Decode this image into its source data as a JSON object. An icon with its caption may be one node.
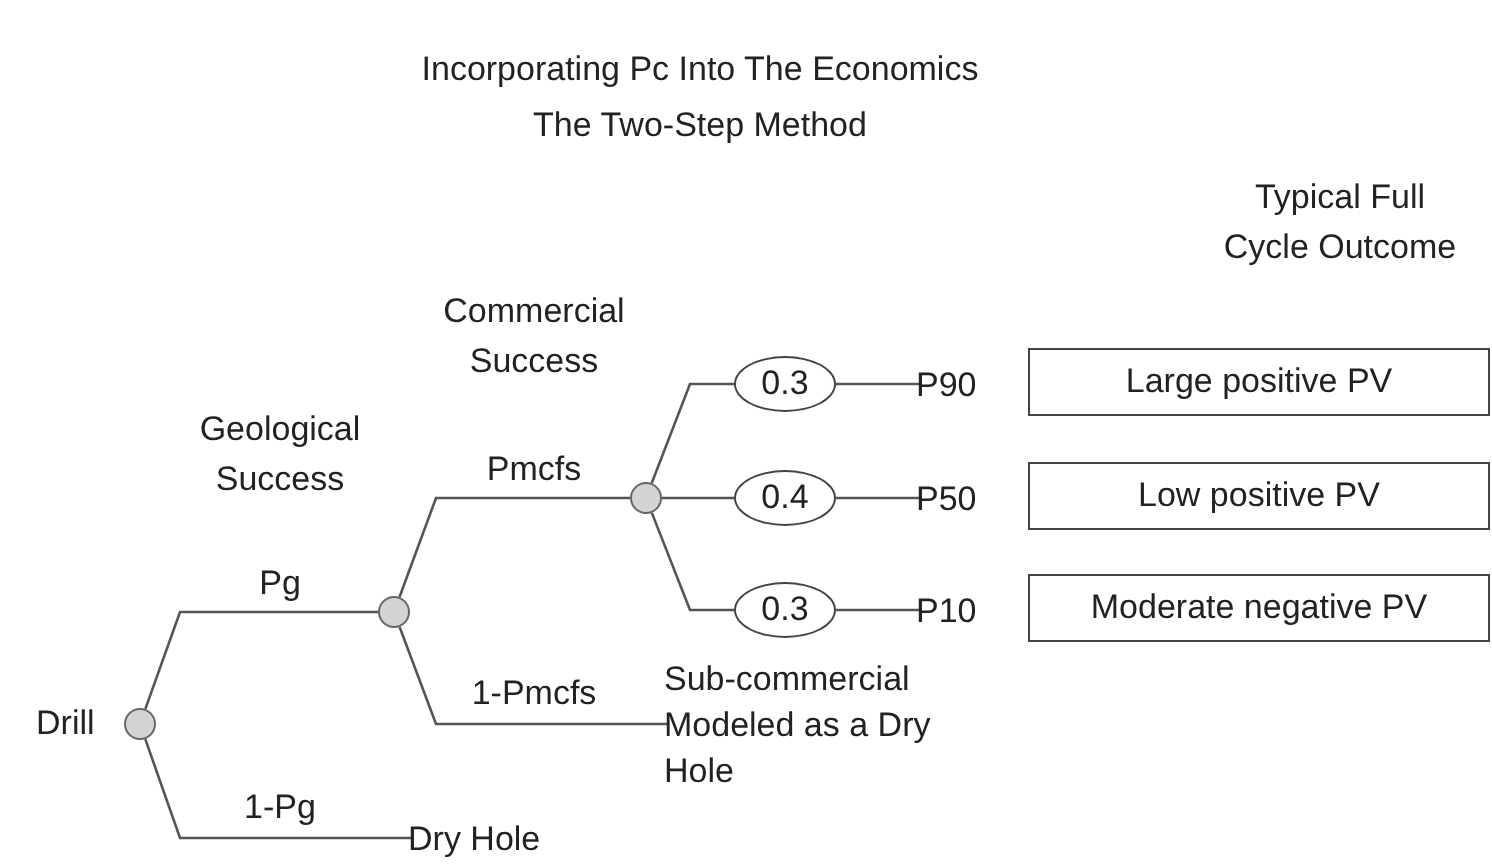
{
  "diagram": {
    "title": "Incorporating Pc Into The Economics",
    "nodes": [
      {
        "text": [],
        "shape": "circle",
        "beside": [
          "Drill"
        ]
      },
      {
        "text": [],
        "shape": "circle"
      },
      {
        "text": [
          "Dry Hole"
        ]
      },
      {
        "text": [],
        "shape": "circle"
      },
      {
        "text": [
          "Sub-commercial Modeled as a Dry Hole"
        ]
      },
      {
        "text": [
          "0.3"
        ]
      },
      {
        "text": [
          "0.4"
        ]
      },
      {
        "text": [
          "0.3"
        ]
      },
      {
        "text": [
          "P90"
        ]
      },
      {
        "text": [
          "P50"
        ]
      },
      {
        "text": [
          "P10"
        ]
      },
      {
        "text": [
          "Large positive PV"
        ]
      },
      {
        "text": [
          "Low positive PV"
        ]
      },
      {
        "text": [
          "Moderate negative PV"
        ]
      }
    ],
    "edges": [
      {
        "from": 0,
        "to": 1,
        "arrow": "none",
        "label": "Pg"
      },
      {
        "from": 0,
        "to": 2,
        "arrow": "none",
        "label": "1-Pg"
      },
      {
        "from": 1,
        "to": 3,
        "arrow": "none",
        "label": "Pmcfs"
      },
      {
        "from": 1,
        "to": 4,
        "arrow": "none",
        "label": "1-Pmcfs"
      },
      {
        "from": 3,
        "to": 5,
        "arrow": "none"
      },
      {
        "from": 3,
        "to": 6,
        "arrow": "none"
      },
      {
        "from": 3,
        "to": 7,
        "arrow": "none"
      },
      {
        "from": 5,
        "to": 8,
        "arrow": "none"
      },
      {
        "from": 6,
        "to": 9,
        "arrow": "none"
      },
      {
        "from": 7,
        "to": 10,
        "arrow": "none"
      }
    ],
    "labels": [
      "The Two-Step Method",
      "Typical Full Cycle Outcome",
      "Commercial Success",
      "Geological Success"
    ]
  }
}
